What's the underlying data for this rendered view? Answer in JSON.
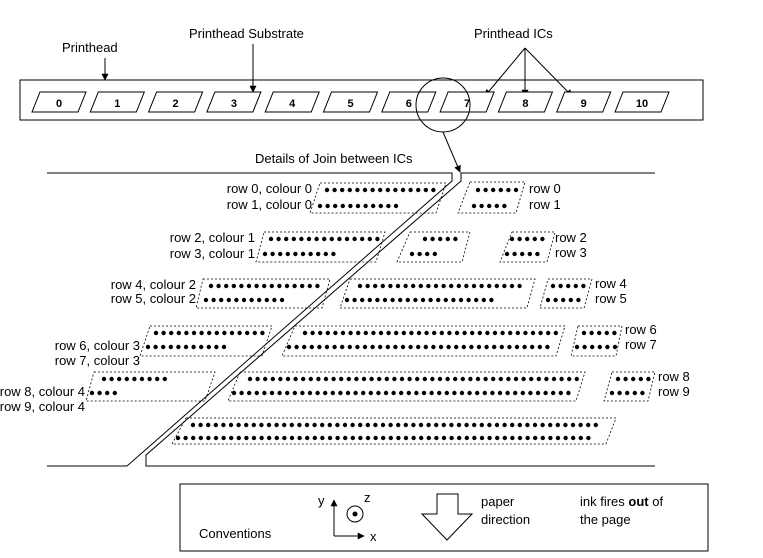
{
  "labels": {
    "printhead": "Printhead",
    "substrate": "Printhead Substrate",
    "ics": "Printhead ICs",
    "details": "Details of Join between ICs"
  },
  "ic_numbers": [
    "0",
    "1",
    "2",
    "3",
    "4",
    "5",
    "6",
    "7",
    "8",
    "9",
    "10"
  ],
  "left_rows": [
    "row 0, colour 0",
    "row 1, colour 0",
    "row 2, colour 1",
    "row 3, colour 1",
    "row 4, colour 2",
    "row 5, colour 2",
    "row 6, colour 3",
    "row 7, colour 3",
    "row 8, colour 4",
    "row 9, colour 4"
  ],
  "right_rows": [
    "row 0",
    "row 1",
    "row 2",
    "row 3",
    "row 4",
    "row 5",
    "row 6",
    "row 7",
    "row 8",
    "row 9"
  ],
  "conventions": {
    "title": "Conventions",
    "axis_x": "x",
    "axis_y": "y",
    "axis_z": "z",
    "paper_line1": "paper",
    "paper_line2": "direction",
    "ink_pre": "ink fires ",
    "ink_bold": "out",
    "ink_post": " of",
    "ink_line2": "the page"
  }
}
